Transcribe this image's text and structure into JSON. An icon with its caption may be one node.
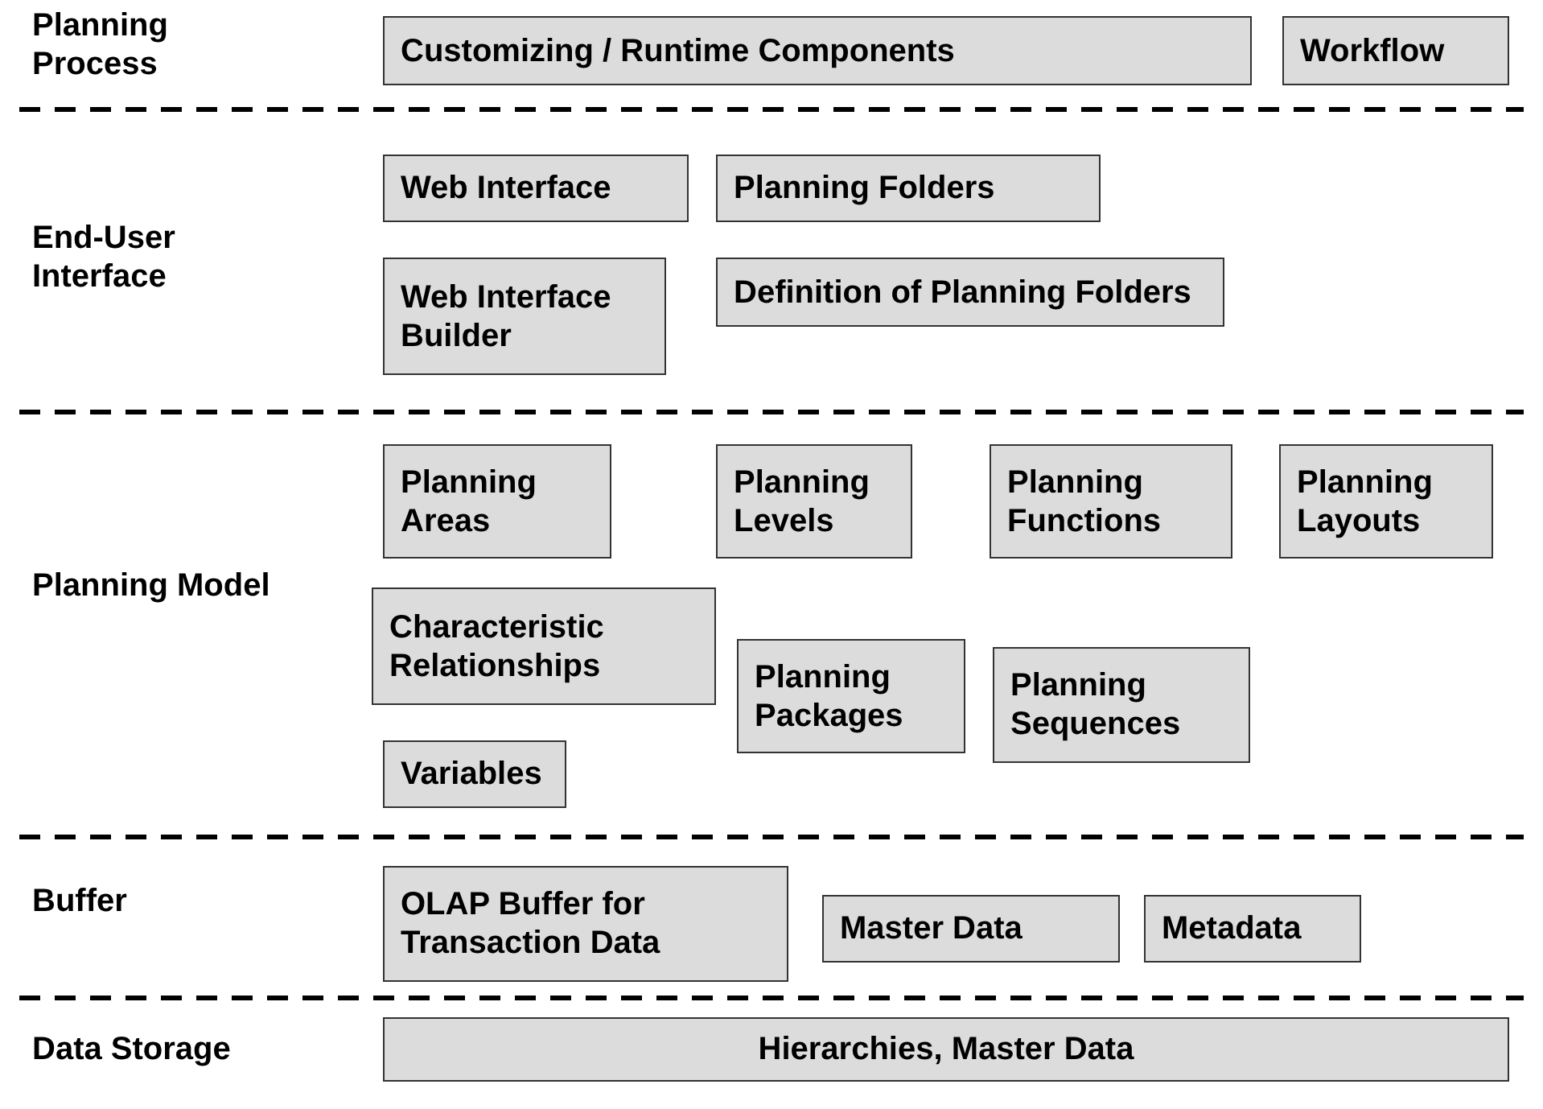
{
  "diagram": {
    "nodes": [
      {
        "text": [
          "Customizing / Runtime Components"
        ]
      },
      {
        "text": [
          "Workflow"
        ]
      },
      {
        "text": [
          "Web Interface"
        ]
      },
      {
        "text": [
          "Planning Folders"
        ]
      },
      {
        "text": [
          "Web Interface Builder"
        ]
      },
      {
        "text": [
          "Definition of Planning Folders"
        ]
      },
      {
        "text": [
          "Planning Areas"
        ]
      },
      {
        "text": [
          "Planning Levels"
        ]
      },
      {
        "text": [
          "Planning Functions"
        ]
      },
      {
        "text": [
          "Planning Layouts"
        ]
      },
      {
        "text": [
          "Characteristic Relationships"
        ]
      },
      {
        "text": [
          "Planning Packages"
        ]
      },
      {
        "text": [
          "Planning Sequences"
        ]
      },
      {
        "text": [
          "Variables"
        ]
      },
      {
        "text": [
          "OLAP Buffer for Transaction Data"
        ]
      },
      {
        "text": [
          "Master Data"
        ]
      },
      {
        "text": [
          "Metadata"
        ]
      },
      {
        "text": [
          "Hierarchies, Master Data"
        ]
      }
    ],
    "labels": [
      "Planning Process",
      "End-User Interface",
      "Planning Model",
      "Buffer",
      "Data Storage"
    ]
  }
}
